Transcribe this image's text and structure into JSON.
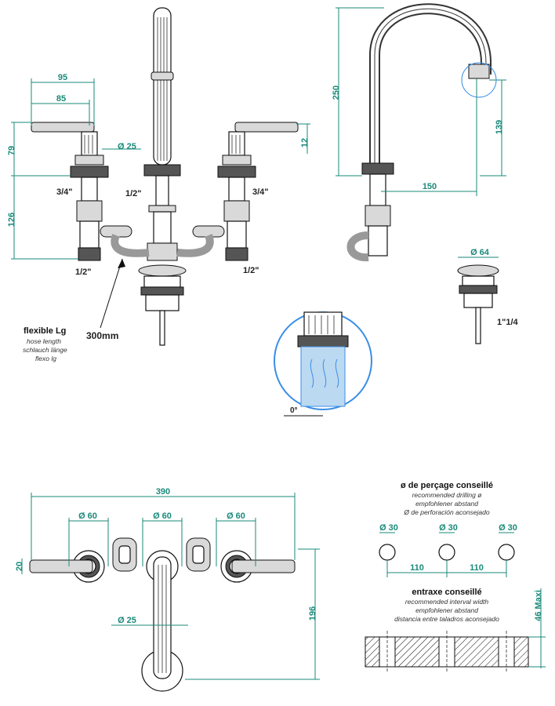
{
  "dimensions": {
    "top_left": {
      "d95": "95",
      "d85": "85",
      "d79": "79",
      "d126": "126",
      "dia25": "Ø 25",
      "d12": "12"
    },
    "spout": {
      "d250": "250",
      "d139": "139",
      "d150": "150"
    },
    "drain": {
      "dia64": "Ø 64",
      "thread": "1\"1/4"
    },
    "plan": {
      "d390": "390",
      "dia60a": "Ø 60",
      "dia60b": "Ø 60",
      "dia60c": "Ø 60",
      "d20": "20",
      "d196": "196",
      "dia25": "Ø 25"
    },
    "drilling": {
      "dia30a": "Ø 30",
      "dia30b": "Ø 30",
      "dia30c": "Ø 30",
      "d110a": "110",
      "d110b": "110",
      "d46": "46 Maxi"
    }
  },
  "labels": {
    "thread_left": "3/4\"",
    "thread_center": "1/2\"",
    "thread_right": "3/4\"",
    "conn_left": "1/2\"",
    "conn_right": "1/2\"",
    "hose_length": "300mm",
    "angle": "0°"
  },
  "flexible": {
    "title": "flexible Lg",
    "lines": [
      "hose length",
      "schlauch länge",
      "flexo lg"
    ]
  },
  "drilling_note": {
    "title": "ø de perçage conseillé",
    "lines": [
      "recommended drilling ø",
      "empfohlener abstand",
      "Ø de perforación aconsejado"
    ]
  },
  "interval_note": {
    "title": "entraxe conseillé",
    "lines": [
      "recommended interval width",
      "empfohlener abstand",
      "distancia entre taladros aconsejado"
    ]
  },
  "colors": {
    "dimension": "#1a8a7a",
    "highlight": "#3a8ee6",
    "highlight_fill": "#bcd9f2"
  }
}
